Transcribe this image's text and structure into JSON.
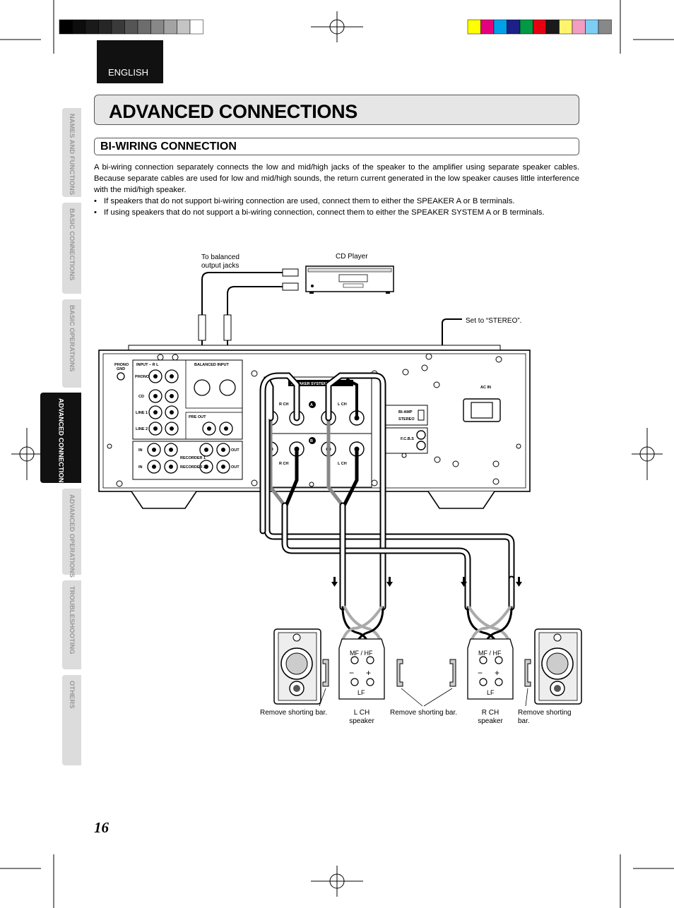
{
  "header": {
    "language": "ENGLISH"
  },
  "page_title": "ADVANCED CONNECTIONS",
  "section_title": "BI-WIRING CONNECTION",
  "intro": "A bi-wiring connection separately connects the low and mid/high jacks of the speaker to the amplifier using separate speaker cables. Because separate cables are used for low and mid/high sounds, the return current generated in the low speaker causes little interference with the mid/high speaker.",
  "bullets": [
    "If speakers that do not support bi-wiring connection are used, connect them to either the SPEAKER A or B terminals.",
    "If using speakers that do not support a bi-wiring connection, connect them to either the SPEAKER SYSTEM A or B terminals."
  ],
  "side_tabs": [
    "NAMES AND FUNCTIONS",
    "BASIC CONNECTIONS",
    "BASIC OPERATIONS",
    "ADVANCED CONNECTIONS",
    "ADVANCED OPERATIONS",
    "TROUBLESHOOTING",
    "OTHERS"
  ],
  "diagram": {
    "balanced_note_line1": "To balanced",
    "balanced_note_line2": "output jacks",
    "cd_player": "CD Player",
    "stereo_note": "Set to “STEREO”.",
    "panel": {
      "phono": "PHONO",
      "gnd": "GND",
      "input_r_l": "INPUT – R        L",
      "balanced_input": "BALANCED INPUT",
      "phono_jack": "PHONO",
      "cd": "CD",
      "line1": "LINE 1",
      "line2": "LINE 2",
      "pre_out": "PRE OUT",
      "r": "R",
      "l": "L",
      "recorder1": "RECORDER 1",
      "recorder2": "RECORDER 2",
      "in": "IN",
      "out": "OUT",
      "speaker_systems": "SPEAKER SYSTEMS",
      "rch": "R CH",
      "lch": "L CH",
      "a": "A",
      "b": "B",
      "plus": "+",
      "minus": "−",
      "bi_amp": "BI-AMP",
      "stereo": "STEREO",
      "fcbs": "F.C.B.S",
      "ac_in": "AC IN"
    },
    "mf_hf": "MF / HF",
    "lf": "LF",
    "remove_bar": "Remove shorting bar.",
    "remove_bar_2a": "Remove shorting",
    "remove_bar_2b": "bar.",
    "lch_speaker_1": "L CH",
    "lch_speaker_2": "speaker",
    "rch_speaker_1": "R CH",
    "rch_speaker_2": "speaker"
  },
  "page_number": "16",
  "colors": {
    "tab_gray": "#dcdcdc",
    "tab_active": "#111111",
    "title_bg": "#e6e6e6",
    "color_bar": [
      "#ffff00",
      "#e6007e",
      "#00a0e9",
      "#1d2088",
      "#009944",
      "#e60012",
      "#1a1a1a",
      "#fff46c",
      "#f19ec2",
      "#7ecef4",
      "#888888"
    ]
  }
}
